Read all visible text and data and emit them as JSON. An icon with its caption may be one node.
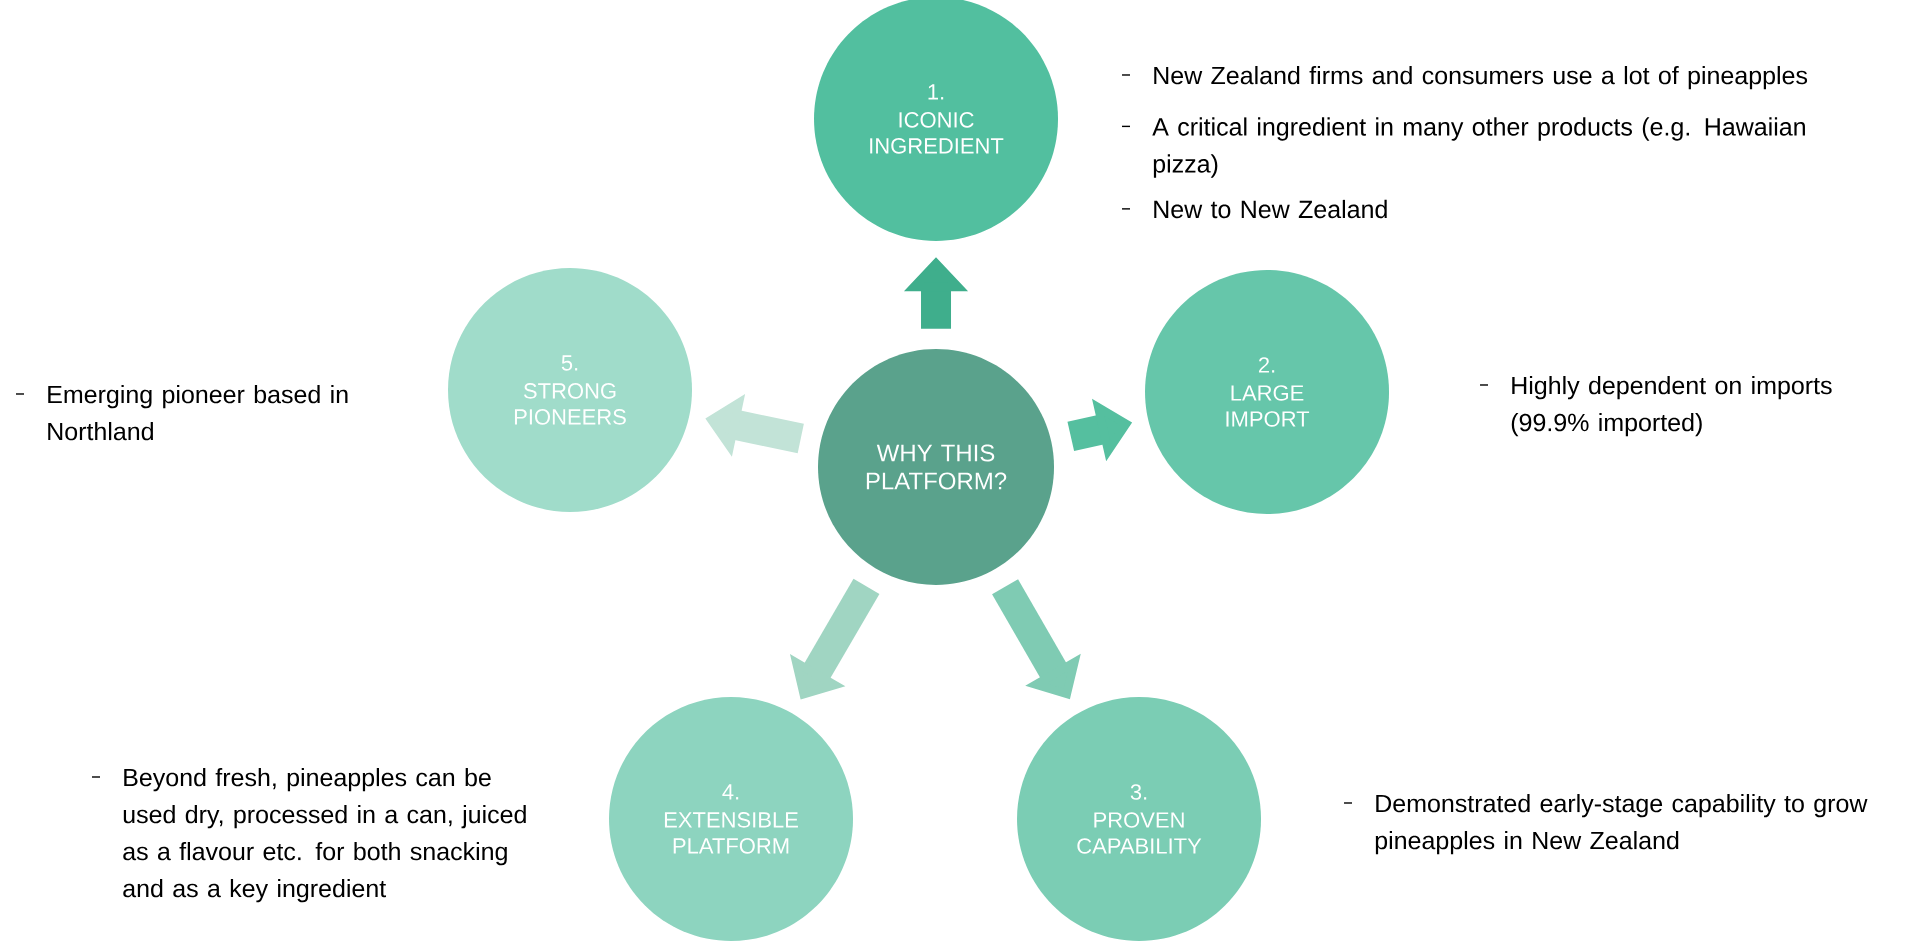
{
  "diagram": {
    "nodes": [
      {
        "text": [
          "WHY THIS PLATFORM?"
        ]
      },
      {
        "text": [
          "1.",
          "ICONIC INGREDIENT"
        ],
        "beside": [
          "New Zealand firms and consumers use a lot of pineapples",
          "A critical ingredient in many other products (e.g. Hawaiian pizza)",
          "New to New Zealand"
        ]
      },
      {
        "text": [
          "2.",
          "LARGE IMPORT"
        ]
      },
      {
        "text": [
          "3.",
          "PROVEN CAPABILITY"
        ]
      },
      {
        "text": [
          "4.",
          "EXTENSIBLE PLATFORM"
        ],
        "beside": [
          "Beyond fresh, pineapples can be used dry, processed in a can, juiced as a flavour etc. for both snacking and as a key ingredient"
        ]
      },
      {
        "text": [
          "5.",
          "STRONG PIONEERS"
        ]
      }
    ],
    "labels": [
      "Emerging pioneer based in Northland",
      "Highly dependent on imports (99.9% imported)",
      "Demonstrated early-stage capability to grow pineapples in New Zealand"
    ],
    "edges": [
      {
        "from": 0,
        "to": 1,
        "arrow": "to",
        "color": "#3fae8c"
      },
      {
        "from": 0,
        "to": 2,
        "arrow": "to",
        "color": "#55bf9f"
      },
      {
        "from": 0,
        "to": 3,
        "arrow": "to",
        "color": "#7fcbb3"
      },
      {
        "from": 0,
        "to": 4,
        "arrow": "to",
        "color": "#a0d5c2"
      },
      {
        "from": 0,
        "to": 5,
        "arrow": "to",
        "color": "#c2e3d7"
      }
    ]
  }
}
